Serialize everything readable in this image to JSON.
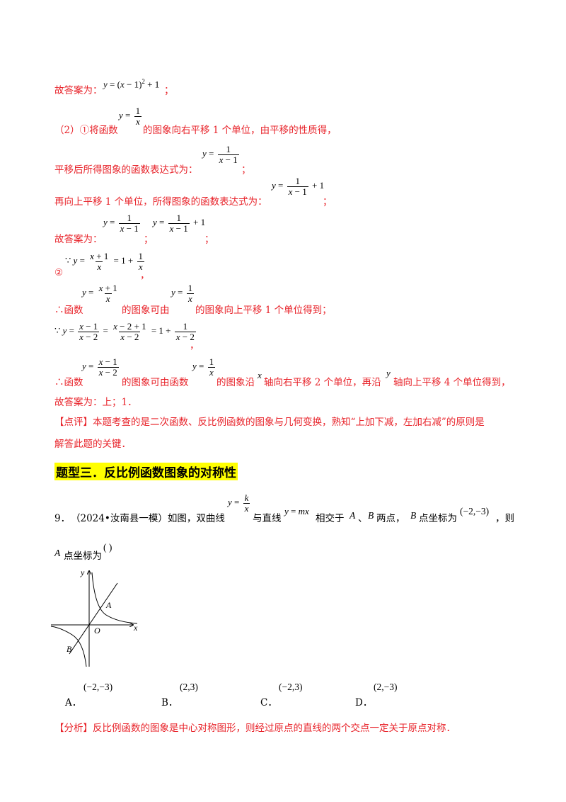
{
  "answer1": {
    "prefix": "故答案为：",
    "suffix": "；"
  },
  "part2": {
    "intro_pre": "（2）①将函数",
    "intro_post": "的图象向右平移 1 个单位，由平移的性质得，",
    "line2": "平移后所得图象的函数表达式为：",
    "line2_end": "；",
    "line3": "再向上平移 1 个单位，所得图象的函数表达式为：",
    "line3_end": "；",
    "ans_prefix": "故答案为：",
    "ans_sep": "；",
    "ans_end": "；",
    "circ2": "②",
    "circ2_end": "，",
    "so_func": "∴函数",
    "can_from": "的图象可由",
    "up_shift": "的图象向上平移 1 个单位得到；",
    "because_end": "，",
    "so_func2": "∴函数",
    "can_from2": "的图象可由函数",
    "along": "的图象沿",
    "x_axis": "轴向右平移 2 个单位，再沿",
    "y_axis": "轴向上平移 4 个单位得到，",
    "final": "故答案为：上；1．"
  },
  "comment": {
    "tag": "【点评】",
    "text1": "本题考查的是二次函数、反比例函数的图象与几何变换，熟知“上加下减，左加右减”的原则是",
    "text2": "解答此题的关键．"
  },
  "section_title": "题型三．反比例函数图象的对称性",
  "question": {
    "num": "9．",
    "src": "（2024•汝南县一模）如图，双曲线",
    "mid1": "与直线",
    "mid2": "相交于",
    "A": "A",
    "sep": "、",
    "B": "B",
    "mid3": "两点，",
    "mid4": "点坐标为",
    "coord": "(−2,−3)",
    "end": "，则",
    "line2_pre": "A",
    "line2": "点坐标为",
    "paren": "(      )"
  },
  "graph": {
    "x_label": "x",
    "y_label": "y",
    "origin": "O",
    "A": "A",
    "B": "B"
  },
  "options": [
    {
      "letter": "A．",
      "value": "(−2,−3)"
    },
    {
      "letter": "B．",
      "value": "(2,3)"
    },
    {
      "letter": "C．",
      "value": "(−2,3)"
    },
    {
      "letter": "D．",
      "value": "(2,−3)"
    }
  ],
  "analysis": {
    "tag": "【分析】",
    "text": "反比例函数的图象是中心对称图形，则经过原点的直线的两个交点一定关于原点对称．"
  },
  "colors": {
    "red": "#e8232a",
    "highlight": "#ffff00"
  }
}
